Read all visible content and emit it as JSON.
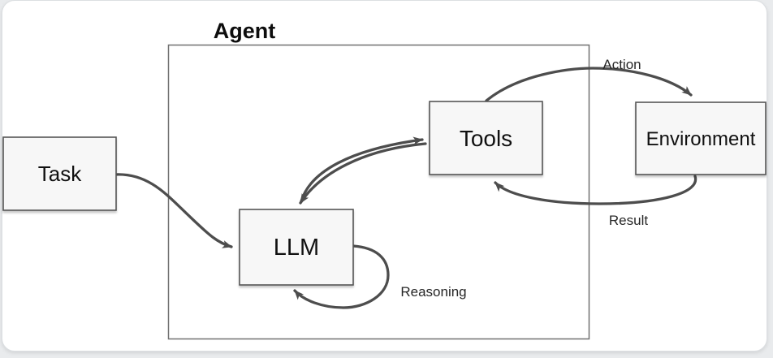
{
  "diagram": {
    "title": "Agent",
    "nodes": [
      {
        "id": "task",
        "label": "Task"
      },
      {
        "id": "llm",
        "label": "LLM"
      },
      {
        "id": "tools",
        "label": "Tools"
      },
      {
        "id": "environment",
        "label": "Environment"
      }
    ],
    "edges": [
      {
        "from": "task",
        "to": "llm",
        "label": ""
      },
      {
        "from": "llm",
        "to": "tools",
        "label": ""
      },
      {
        "from": "tools",
        "to": "llm",
        "label": ""
      },
      {
        "from": "tools",
        "to": "environment",
        "label": "Action"
      },
      {
        "from": "environment",
        "to": "tools",
        "label": "Result"
      },
      {
        "from": "llm",
        "to": "llm",
        "label": "Reasoning"
      }
    ],
    "colors": {
      "arrow": "#4d4d4d",
      "node_fill": "#f7f7f7",
      "node_border": "#565656",
      "container_border": "#717171",
      "text": "#111111",
      "card_background": "#ffffff",
      "page_background": "#e9ebed"
    }
  }
}
